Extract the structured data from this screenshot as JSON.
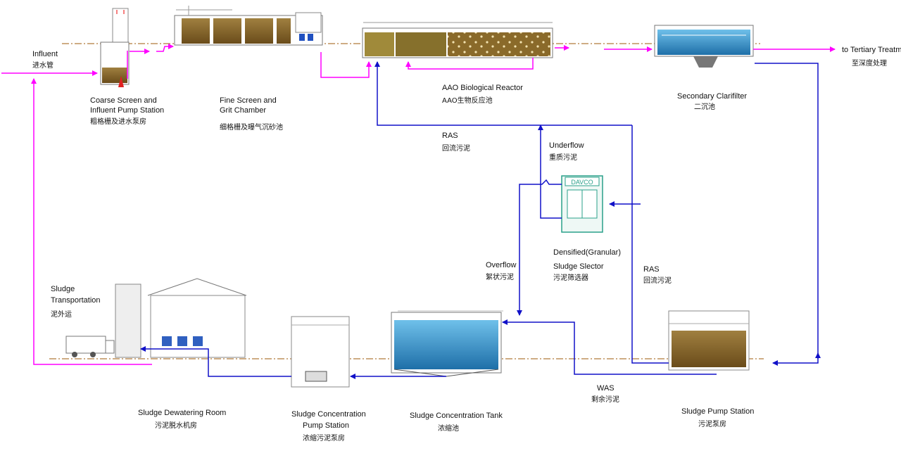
{
  "colors": {
    "water_flow": "#ff00ff",
    "sludge_flow": "#1010c8",
    "ground": "#b07a3a",
    "tank_water": "#3a90c8",
    "tank_sludge": "#8a6a2a",
    "selector": "#2aa08a"
  },
  "labels": {
    "influent": [
      "Influent",
      "进水管"
    ],
    "coarse_screen": [
      "Coarse Screen and",
      "Influent Pump Station",
      "粗格栅及进水泵房"
    ],
    "fine_screen": [
      "Fine Screen and",
      "Grit Chamber",
      "细格栅及曝气沉砂池"
    ],
    "aao": [
      "AAO Biological Reactor",
      "AAO生物反应池"
    ],
    "clarifier": [
      "Secondary Clarifilter",
      "二沉池"
    ],
    "tertiary": [
      "to Tertiary Treatment",
      "至深度处理"
    ],
    "ras_top": [
      "RAS",
      "回流污泥"
    ],
    "underflow": [
      "Underflow",
      "重质污泥"
    ],
    "selector_brand": "DAVCO",
    "selector": [
      "Densified(Granular)",
      "Sludge Slector",
      "污泥筛选器"
    ],
    "overflow": [
      "Overflow",
      "絮状污泥"
    ],
    "ras_right": [
      "RAS",
      "回流污泥"
    ],
    "sludge_transport": [
      "Sludge",
      "Transportation",
      "泥外运"
    ],
    "dewatering": [
      "Sludge Dewatering Room",
      "污泥脱水机房"
    ],
    "conc_pump": [
      "Sludge Concentration",
      "Pump Station",
      "浓缩污泥泵房"
    ],
    "conc_tank": [
      "Sludge Concentration Tank",
      "浓缩池"
    ],
    "was": [
      "WAS",
      "剩余污泥"
    ],
    "sludge_pump": [
      "Sludge Pump Station",
      "污泥泵房"
    ]
  }
}
